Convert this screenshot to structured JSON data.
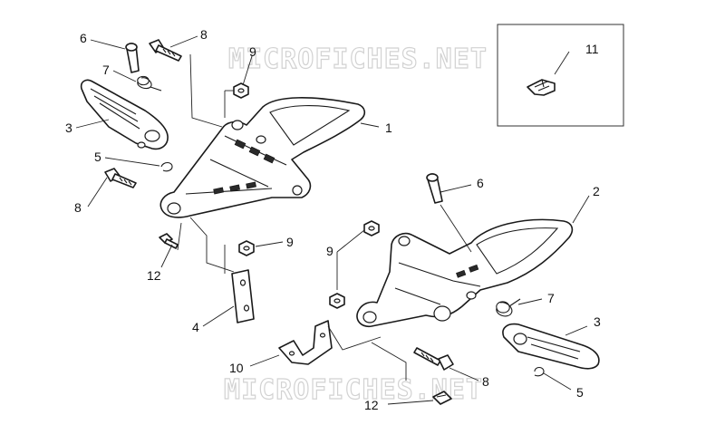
{
  "watermark": {
    "top": "MICROFICHES.NET",
    "bottom": "MICROFICHES.NET"
  },
  "callouts": [
    {
      "id": "c1",
      "label": "1"
    },
    {
      "id": "c2",
      "label": "2"
    },
    {
      "id": "c3a",
      "label": "3"
    },
    {
      "id": "c3b",
      "label": "3"
    },
    {
      "id": "c4",
      "label": "4"
    },
    {
      "id": "c5a",
      "label": "5"
    },
    {
      "id": "c5b",
      "label": "5"
    },
    {
      "id": "c6a",
      "label": "6"
    },
    {
      "id": "c6b",
      "label": "6"
    },
    {
      "id": "c7a",
      "label": "7"
    },
    {
      "id": "c7b",
      "label": "7"
    },
    {
      "id": "c8a",
      "label": "8"
    },
    {
      "id": "c8b",
      "label": "8"
    },
    {
      "id": "c8c",
      "label": "8"
    },
    {
      "id": "c9a",
      "label": "9"
    },
    {
      "id": "c9b",
      "label": "9"
    },
    {
      "id": "c9c",
      "label": "9"
    },
    {
      "id": "c10",
      "label": "10"
    },
    {
      "id": "c11",
      "label": "11"
    },
    {
      "id": "c12a",
      "label": "12"
    },
    {
      "id": "c12b",
      "label": "12"
    }
  ]
}
